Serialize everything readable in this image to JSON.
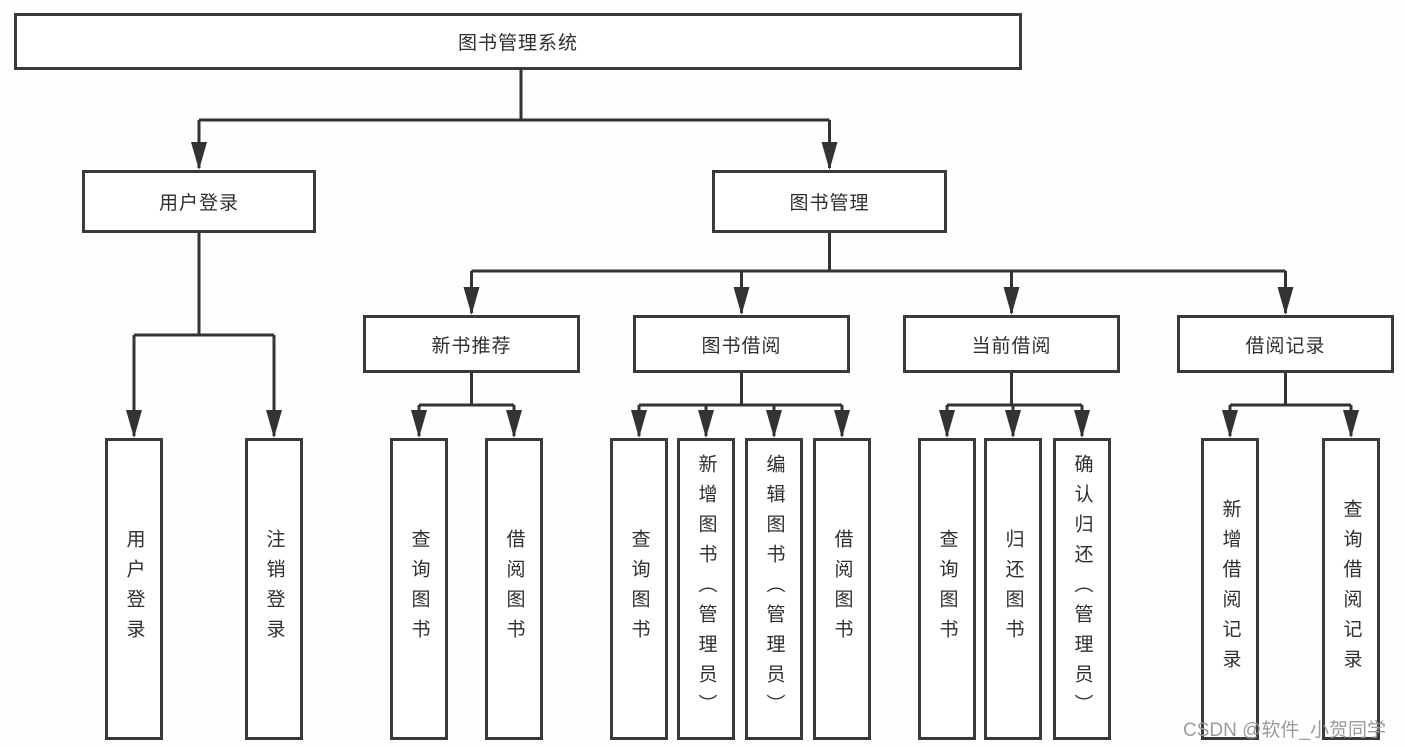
{
  "diagram": {
    "tree": {
      "label": "图书管理系统",
      "children": [
        {
          "label": "用户登录",
          "children": [
            {
              "label": "用户登录"
            },
            {
              "label": "注销登录"
            }
          ]
        },
        {
          "label": "图书管理",
          "children": [
            {
              "label": "新书推荐",
              "children": [
                {
                  "label": "查询图书"
                },
                {
                  "label": "借阅图书"
                }
              ]
            },
            {
              "label": "图书借阅",
              "children": [
                {
                  "label": "查询图书"
                },
                {
                  "label": "新增图书（管理员）"
                },
                {
                  "label": "编辑图书（管理员）"
                },
                {
                  "label": "借阅图书"
                }
              ]
            },
            {
              "label": "当前借阅",
              "children": [
                {
                  "label": "查询图书"
                },
                {
                  "label": "归还图书"
                },
                {
                  "label": "确认归还（管理员）"
                }
              ]
            },
            {
              "label": "借阅记录",
              "children": [
                {
                  "label": "新增借阅记录"
                },
                {
                  "label": "查询借阅记录"
                }
              ]
            }
          ]
        }
      ]
    },
    "colors": {
      "line": "#333333",
      "box_border": "#3a3a3a",
      "box_fill": "#ffffff",
      "text": "#2f2f2f",
      "watermark": "#9b9b9b",
      "background": "#fefefe"
    }
  },
  "watermark": {
    "text": "CSDN @软件_小贺同学"
  }
}
